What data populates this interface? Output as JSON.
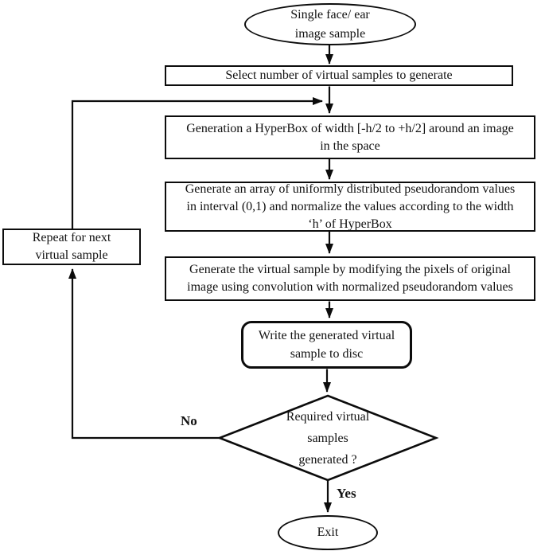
{
  "diagram": {
    "title": "Virtual sample generation flowchart",
    "colors": {
      "stroke": "#0c0c0c",
      "background": "#ffffff",
      "text": "#111111"
    },
    "nodes": {
      "start": {
        "type": "terminator-ellipse",
        "lines": [
          "Single face/ ear",
          "image sample"
        ]
      },
      "select": {
        "type": "process",
        "lines": [
          "Select number of virtual samples to generate"
        ]
      },
      "hyperbox": {
        "type": "process",
        "lines": [
          "Generation a HyperBox of width [-h/2 to +h/2] around an image",
          "in the space"
        ]
      },
      "pseudorandom": {
        "type": "process",
        "lines": [
          "Generate an array of uniformly distributed pseudorandom values",
          "in interval (0,1) and normalize the values according to the width",
          "‘h’ of HyperBox"
        ]
      },
      "convolution": {
        "type": "process",
        "lines": [
          "Generate the virtual sample by modifying the pixels of  original",
          "image using convolution with normalized pseudorandom values"
        ]
      },
      "write": {
        "type": "rounded-process",
        "lines": [
          "Write the generated virtual",
          "sample to disc"
        ]
      },
      "decision": {
        "type": "decision-diamond",
        "lines": [
          "Required virtual",
          "samples",
          "generated ?"
        ]
      },
      "repeat": {
        "type": "process",
        "lines": [
          "Repeat for next",
          "virtual sample"
        ]
      },
      "exit": {
        "type": "terminator-ellipse",
        "lines": [
          "Exit"
        ]
      }
    },
    "edge_labels": {
      "no": "No",
      "yes": "Yes"
    }
  }
}
